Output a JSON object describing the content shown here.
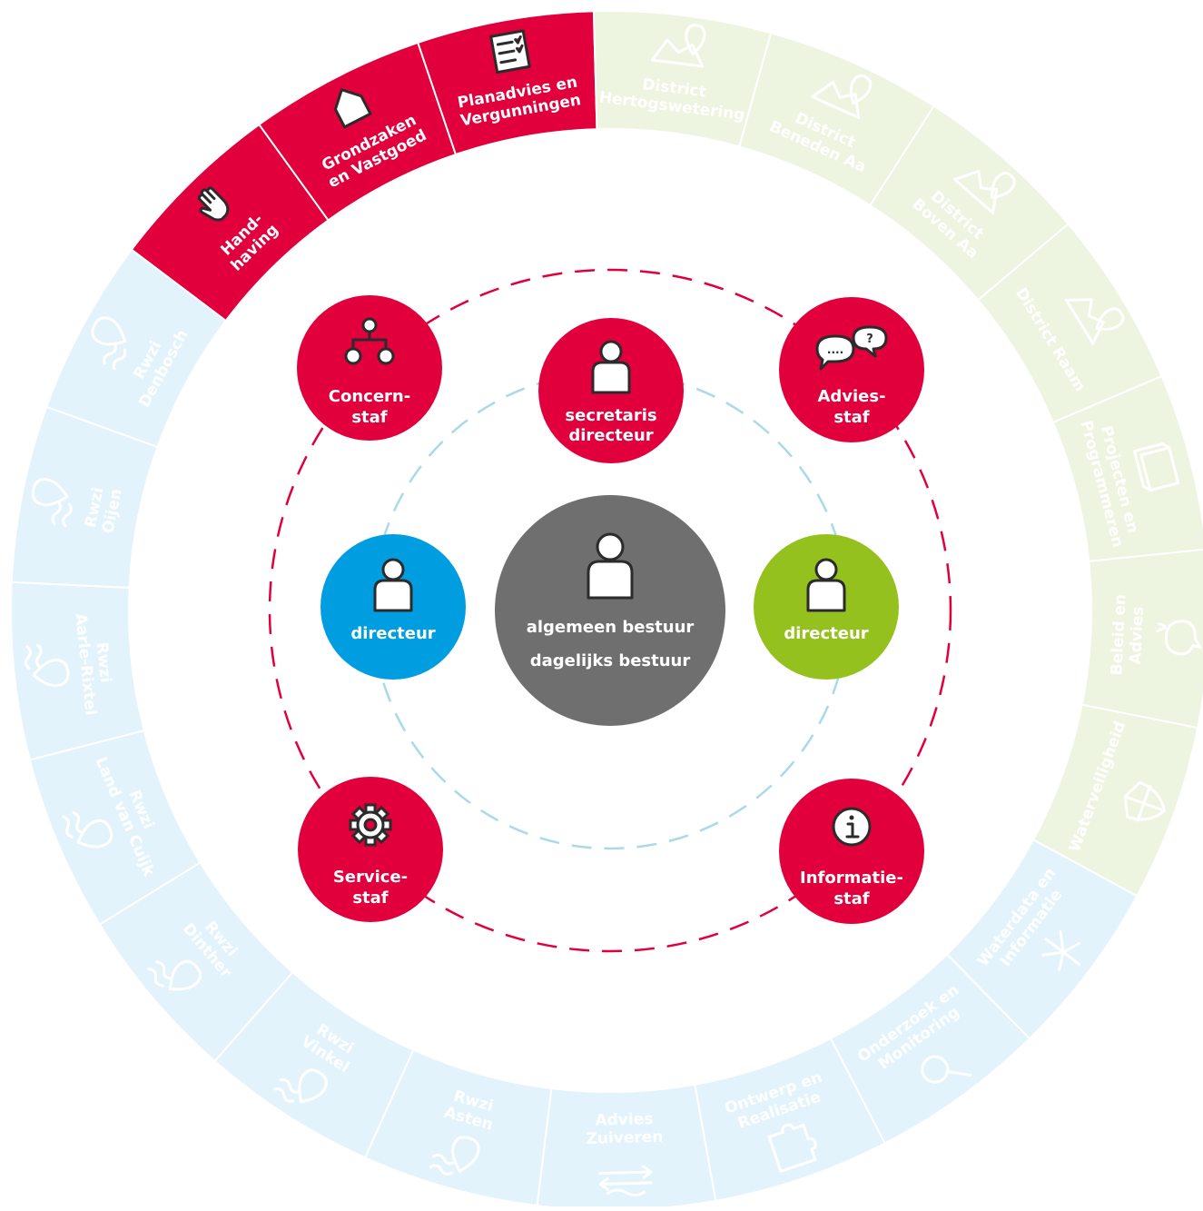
{
  "colors": {
    "red": "#e1003c",
    "blue": "#009de0",
    "green": "#95c11f",
    "gray": "#6f6f6f",
    "ring_blue": "#e2f3fb",
    "ring_green": "#edf4e0",
    "dash_red": "#e1003c",
    "dash_blue": "#a9d9ec"
  },
  "outer_ring": [
    {
      "label_lines": [
        "Hand-",
        "having"
      ],
      "group": "red",
      "icon": "hand-icon"
    },
    {
      "label_lines": [
        "Grondzaken",
        "en Vastgoed"
      ],
      "group": "red",
      "icon": "house-icon"
    },
    {
      "label_lines": [
        "Planadvies en",
        "Vergunningen"
      ],
      "group": "red",
      "icon": "checklist-icon"
    },
    {
      "label_lines": [
        "District",
        "Hertogswetering"
      ],
      "group": "green",
      "icon": "map-pin-icon"
    },
    {
      "label_lines": [
        "District",
        "Beneden Aa"
      ],
      "group": "green",
      "icon": "map-pin-icon"
    },
    {
      "label_lines": [
        "District",
        "Boven Aa"
      ],
      "group": "green",
      "icon": "map-pin-icon"
    },
    {
      "label_lines": [
        "District Raam"
      ],
      "group": "green",
      "icon": "map-pin-icon"
    },
    {
      "label_lines": [
        "Projecten en",
        "Programmeren"
      ],
      "group": "green",
      "icon": "blueprint-icon"
    },
    {
      "label_lines": [
        "Beleid en",
        "Advies"
      ],
      "group": "green",
      "icon": "speech-bubble-icon"
    },
    {
      "label_lines": [
        "Waterveiligheid"
      ],
      "group": "green",
      "icon": "shield-icon"
    },
    {
      "label_lines": [
        "Waterdata en",
        "Informatie"
      ],
      "group": "blue",
      "icon": "network-icon"
    },
    {
      "label_lines": [
        "Onderzoek en",
        "Monitoring"
      ],
      "group": "blue",
      "icon": "magnifier-icon"
    },
    {
      "label_lines": [
        "Ontwerp en",
        "Realisatie"
      ],
      "group": "blue",
      "icon": "puzzle-icon"
    },
    {
      "label_lines": [
        "Advies",
        "Zuiveren"
      ],
      "group": "blue",
      "icon": "arrows-icon"
    },
    {
      "label_lines": [
        "Rwzi",
        "Asten"
      ],
      "group": "blue",
      "icon": "water-pin-icon"
    },
    {
      "label_lines": [
        "Rwzi",
        "Vinkel"
      ],
      "group": "blue",
      "icon": "water-pin-icon"
    },
    {
      "label_lines": [
        "Rwzi",
        "Dinther"
      ],
      "group": "blue",
      "icon": "water-pin-icon"
    },
    {
      "label_lines": [
        "Rwzi",
        "Land van Cuijk"
      ],
      "group": "blue",
      "icon": "water-pin-icon"
    },
    {
      "label_lines": [
        "Rwzi",
        "Aarle-Rixtel"
      ],
      "group": "blue",
      "icon": "water-pin-icon"
    },
    {
      "label_lines": [
        "Rwzi",
        "Oijen"
      ],
      "group": "blue",
      "icon": "water-pin-icon"
    },
    {
      "label_lines": [
        "Rwzi",
        "Denbosch"
      ],
      "group": "blue",
      "icon": "water-pin-icon"
    }
  ],
  "center": {
    "line1": "algemeen bestuur",
    "line2": "dagelijks bestuur",
    "icon": "person-icon"
  },
  "nodes": {
    "secretaris": {
      "line1": "secretaris",
      "line2": "directeur",
      "icon": "person-icon"
    },
    "concernstaf": {
      "line1": "Concern-",
      "line2": "staf",
      "icon": "org-chart-icon"
    },
    "adviesstaf": {
      "line1": "Advies-",
      "line2": "staf",
      "icon": "chat-bubbles-icon"
    },
    "servicestaf": {
      "line1": "Service-",
      "line2": "staf",
      "icon": "gear-icon"
    },
    "informatiestaf": {
      "line1": "Informatie-",
      "line2": "staf",
      "icon": "info-icon"
    },
    "directeur_left": {
      "line1": "directeur",
      "icon": "person-icon"
    },
    "directeur_right": {
      "line1": "directeur",
      "icon": "person-icon"
    }
  }
}
